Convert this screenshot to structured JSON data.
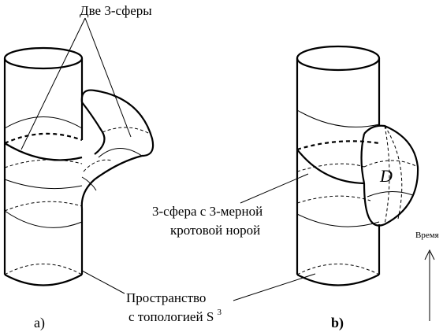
{
  "labels": {
    "top": "Две 3-сферы",
    "wormhole_line1": "3-сфера с 3-мерной",
    "wormhole_line2": "кротовой норой",
    "space_line1": "Пространство",
    "space_line2": "с топологией S",
    "space_sup": "3",
    "part_a": "a)",
    "part_b": "b)",
    "time": "Время",
    "d_letter": "D"
  }
}
